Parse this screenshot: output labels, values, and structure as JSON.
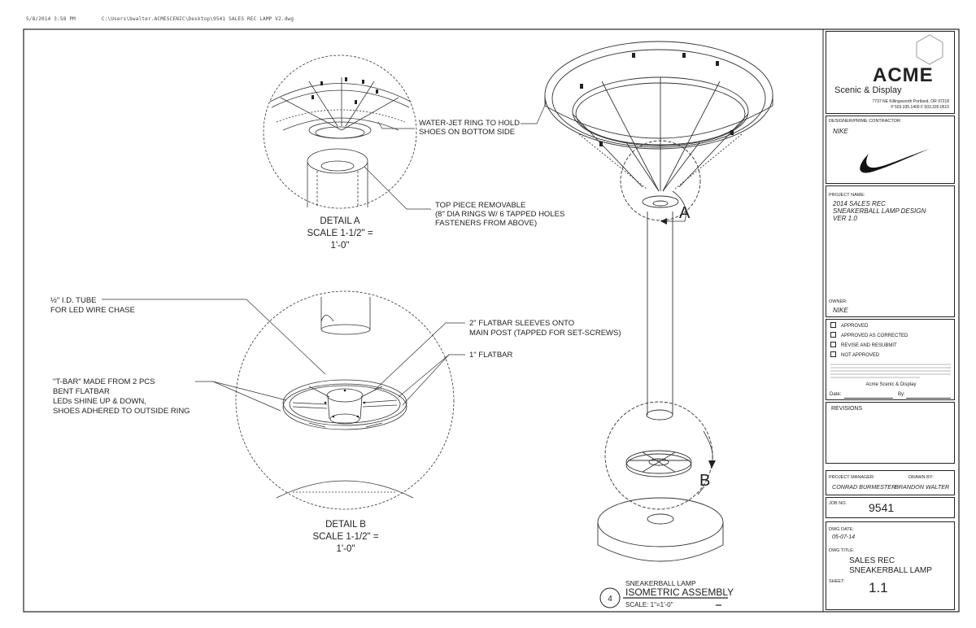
{
  "header": {
    "timestamp": "5/8/2014 3:58 PM",
    "file_path": "C:\\Users\\bwalter.ACMESCENIC\\Desktop\\9541 SALES REC LAMP V2.dwg"
  },
  "callouts": {
    "waterjet_line1": "WATER-JET RING TO HOLD",
    "waterjet_line2": "SHOES ON BOTTOM SIDE",
    "top_piece_line1": "TOP PIECE REMOVABLE",
    "top_piece_line2": "(8\" DIA RINGS W/ 6 TAPPED HOLES",
    "top_piece_line3": "FASTENERS FROM ABOVE)",
    "tube_line1": "½\" I.D. TUBE",
    "tube_line2": "FOR LED WIRE CHASE",
    "sleeve_line1": "2\" FLATBAR SLEEVES ONTO",
    "sleeve_line2": "MAIN POST (TAPPED FOR SET-SCREWS)",
    "flatbar": "1\" FLATBAR",
    "tbar_line1": "\"T-BAR\" MADE FROM 2 PCS",
    "tbar_line2": "BENT FLATBAR",
    "tbar_line3": "LEDs SHINE UP & DOWN,",
    "tbar_line4": "SHOES ADHERED TO OUTSIDE RING"
  },
  "details": {
    "a_title": "DETAIL A",
    "a_scale1": "SCALE 1-1/2\" =",
    "a_scale2": "1'-0\"",
    "b_title": "DETAIL B",
    "b_scale1": "SCALE 1-1/2\" =",
    "b_scale2": "1'-0\"",
    "a_marker": "A",
    "b_marker": "B"
  },
  "view": {
    "number": "4",
    "subtitle": "SNEAKERBALL LAMP",
    "title": "ISOMETRIC ASSEMBLY",
    "scale": "SCALE:  1\"=1'-0\""
  },
  "title_block": {
    "company": "ACME",
    "company_sub": "Scenic & Display",
    "address": "7737 NE Killingsworth Portland, OR 97218",
    "phone": "P 503.335.1400  F 503.335.0515",
    "client_label": "DESIGNER/PRIME CONTRACTOR:",
    "client": "NIKE",
    "project_label": "PROJECT NAME:",
    "project_line1": "2014 SALES REC",
    "project_line2": "SNEAKERBALL LAMP DESIGN",
    "project_line3": "VER 1.0",
    "owner_label": "OWNER:",
    "owner": "NIKE",
    "approvals": [
      "APPROVED",
      "APPROVED AS CORRECTED",
      "REVISE AND RESUBMIT",
      "NOT APPROVED"
    ],
    "approval_signoff": "Acme Scenic & Display",
    "date_label": "Date:",
    "by_label": "By:",
    "revisions_label": "REVISIONS",
    "pm_label": "PROJECT MANAGER:",
    "drawn_label": "DRAWN BY:",
    "pm": "CONRAD BURMESTER",
    "drawn": "BRANDON WALTER",
    "job_label": "JOB NO.",
    "job": "9541",
    "date_label2": "DWG DATE:",
    "dwg_date": "05-07-14",
    "dwg_title_label": "DWG TITLE:",
    "dwg_title1": "SALES REC",
    "dwg_title2": "SNEAKERBALL LAMP",
    "sheet_label": "SHEET:",
    "sheet": "1.1"
  }
}
